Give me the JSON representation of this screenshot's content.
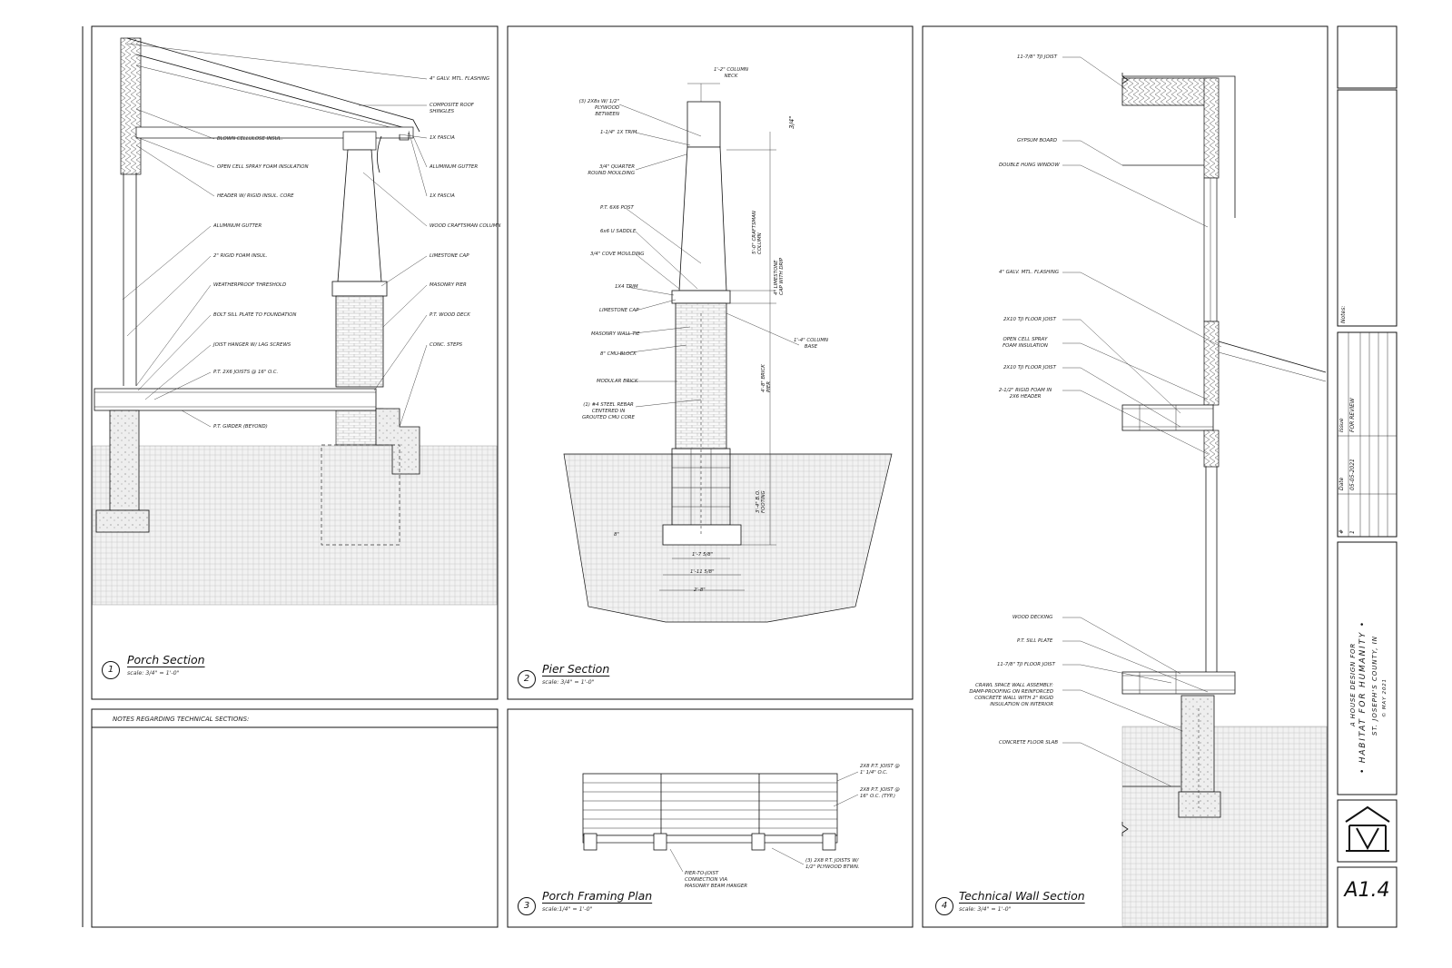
{
  "panels": {
    "porch_section": {
      "number": "1",
      "title": "Porch Section",
      "scale": "scale: 3/4\" = 1'-0\"",
      "labels": [
        "4\" GALV. MTL. FLASHING",
        "COMPOSITE ROOF SHINGLES",
        "1X FASCIA",
        "ALUMINUM GUTTER",
        "1X FASCIA",
        "WOOD CRAFTSMAN COLUMN",
        "LIMESTONE CAP",
        "MASONRY PIER",
        "P.T. WOOD DECK",
        "CONC. STEPS",
        "BLOWN CELLULOSE INSUL.",
        "OPEN CELL SPRAY FOAM INSULATION",
        "HEADER W/ RIGID INSUL. CORE",
        "ALUMINUM GUTTER",
        "2\" RIGID FOAM INSUL.",
        "WEATHERPROOF THRESHOLD",
        "BOLT SILL PLATE TO FOUNDATION",
        "JOIST HANGER W/ LAG SCREWS",
        "P.T. 2X6 JOISTS @ 16\" O.C.",
        "P.T. GIRDER (BEYOND)"
      ]
    },
    "pier_section": {
      "number": "2",
      "title": "Pier Section",
      "scale": "scale: 3/4\" = 1'-0\"",
      "labels": [
        "(3) 2X8s W/ 1/2\" PLYWOOD BETWEEN",
        "1-1/4\" 1X TRIM",
        "3/4\" QUARTER ROUND MOULDING",
        "P.T. 6X6 POST",
        "6x6 U SADDLE",
        "3/4\" COVE MOULDING",
        "1X4 TRIM",
        "LIMESTONE CAP",
        "MASONRY WALL TIE",
        "8\" CMU BLOCK",
        "MODULAR BRICK",
        "(1) #4 STEEL REBAR CENTERED IN GROUTED CMU CORE"
      ],
      "dims": [
        "1'-2\" COLUMN NECK",
        "3/4\"",
        "5'-0\" CRAFTSMAN COLUMN",
        "4\" LIMESTONE CAP WITH DRIP",
        "1'-4\" COLUMN BASE",
        "4'-8\" BRICK PIER",
        "3'-4\" B.O. FOOTING",
        "8\"",
        "1'-7 5/8\"",
        "1'-11 5/8\"",
        "2'-8\""
      ]
    },
    "notes": {
      "heading": "NOTES REGARDING TECHNICAL SECTIONS:"
    },
    "porch_framing_plan": {
      "number": "3",
      "title": "Porch Framing Plan",
      "scale": "scale:1/4\" = 1'-0\"",
      "labels": [
        "2X8 P.T. JOIST @ 1' 1/4\" O.C.",
        "2X8 P.T. JOIST @ 16\" O.C. (TYP.)",
        "(3) 2X8 P.T. JOISTS W/ 1/2\" PLYWOOD BTWN.",
        "PIER-TO-JOIST CONNECTION VIA MASONRY BEAM HANGER"
      ]
    },
    "technical_wall_section": {
      "number": "4",
      "title": "Technical Wall Section",
      "scale": "scale: 3/4\" = 1'-0\"",
      "labels": [
        "11-7/8\" TJI JOIST",
        "GYPSUM BOARD",
        "DOUBLE HUNG WINDOW",
        "4\" GALV. MTL. FLASHING",
        "2X10 TJI FLOOR JOIST",
        "OPEN CELL SPRAY FOAM INSULATION",
        "2X10 TJI FLOOR JOIST",
        "2-1/2\" RIGID FOAM IN 2X6 HEADER",
        "WOOD DECKING",
        "P.T. SILL PLATE",
        "11-7/8\" TJI FLOOR JOIST",
        "CRAWL SPACE WALL ASSEMBLY: DAMP-PROOFING ON REINFORCED CONCRETE WALL WITH 2\" RIGID INSULATION ON INTERIOR",
        "CONCRETE FLOOR SLAB"
      ]
    }
  },
  "title_block": {
    "notes_label": "Notes:",
    "issue_header": {
      "num": "#",
      "date": "Date",
      "issue": "Issue"
    },
    "issue_row": {
      "num": "1",
      "date": "05-05-2021",
      "issue": "FOR REVIEW"
    },
    "project_line1": "A HOUSE DESIGN FOR",
    "project_line2": "• HABITAT FOR HUMANITY •",
    "project_line3": "ST. JOSEPH'S COUNTY, IN",
    "project_line4": "© MAY 2021",
    "sheet_number": "A1.4"
  }
}
